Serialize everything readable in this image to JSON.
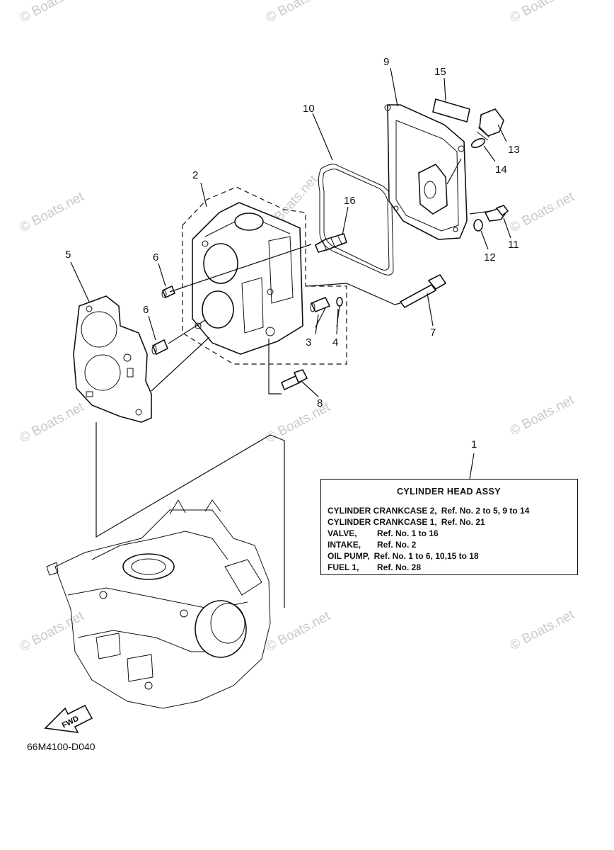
{
  "watermark": "© Boats.net",
  "callouts": [
    "1",
    "2",
    "3",
    "4",
    "5",
    "6",
    "6",
    "7",
    "8",
    "9",
    "10",
    "11",
    "12",
    "13",
    "14",
    "15",
    "16"
  ],
  "fwd_label": "FWD",
  "diagram_code": "66M4100-D040",
  "assy_box": {
    "title": "CYLINDER  HEAD ASSY",
    "rows": [
      {
        "label": "CYLINDER CRANKCASE 2,",
        "ref": "Ref. No. 2 to 5, 9 to 14"
      },
      {
        "label": "CYLINDER CRANKCASE 1,",
        "ref": "Ref. No. 21"
      },
      {
        "label": "VALVE,",
        "ref": "Ref. No. 1 to 16"
      },
      {
        "label": "INTAKE,",
        "ref": "Ref. No. 2"
      },
      {
        "label": "OIL PUMP,",
        "ref": "Ref. No. 1 to 6, 10,15 to 18"
      },
      {
        "label": "FUEL 1,",
        "ref": "Ref. No. 28"
      }
    ]
  }
}
